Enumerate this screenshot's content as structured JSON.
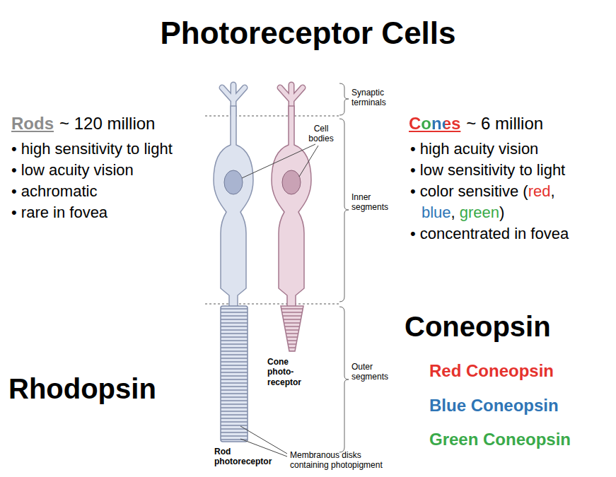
{
  "diagram": {
    "title": "Photoreceptor Cells",
    "labels": [
      "Rods",
      "~ 120 million",
      "• high sensitivity to light",
      "• low acuity vision",
      "• achromatic",
      "• rare in fovea",
      "Cones",
      "~ 6 million",
      "• high acuity vision",
      "• low sensitivity to light",
      "• color sensitive (",
      "red",
      ",",
      "blue",
      ",",
      "green",
      ")",
      "• concentrated in fovea",
      "Synaptic terminals",
      "Cell bodies",
      "Inner segments",
      "Outer segments",
      "Cone photo- receptor",
      "Rod photoreceptor",
      "Membranous disks containing photopigment",
      "Rhodopsin",
      "Coneopsin",
      "Red Coneopsin",
      "Blue Coneopsin",
      "Green Coneopsin"
    ]
  }
}
